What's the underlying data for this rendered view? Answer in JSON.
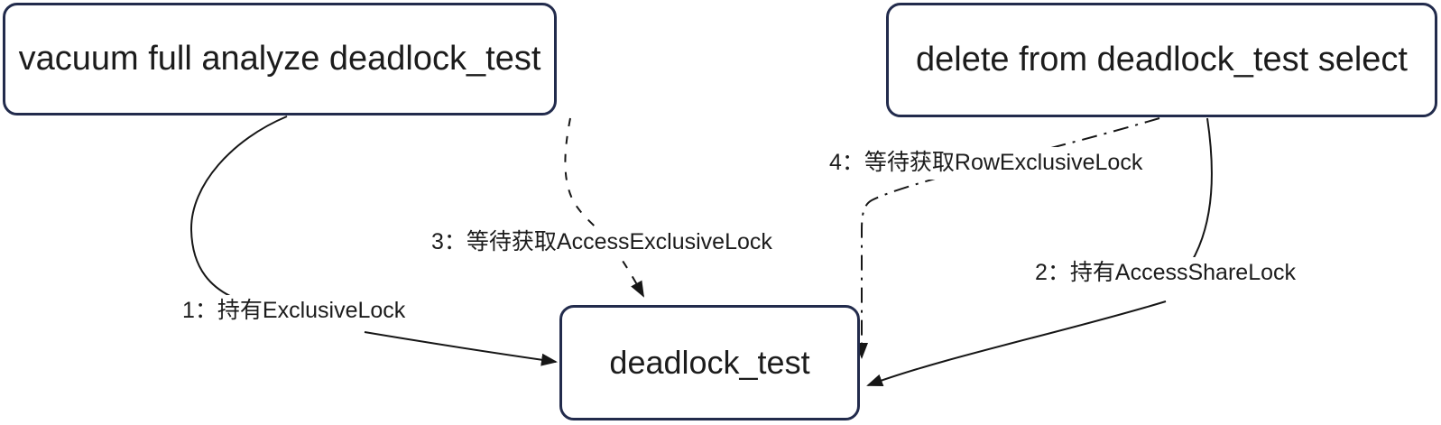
{
  "diagram": {
    "title": "deadlock lock wait diagram",
    "colors": {
      "background": "#ffffff",
      "node_border": "#222b4c",
      "node_fill": "#ffffff",
      "edge_stroke": "#161616",
      "text": "#1c1c1c"
    },
    "nodes": [
      {
        "id": "vacuum",
        "label": "vacuum full analyze deadlock_test"
      },
      {
        "id": "delete",
        "label": "delete from deadlock_test select"
      },
      {
        "id": "table",
        "label": "deadlock_test"
      }
    ],
    "edges": [
      {
        "id": "1",
        "label": "1：持有ExclusiveLock",
        "style": "solid",
        "from": "vacuum",
        "to": "table"
      },
      {
        "id": "2",
        "label": "2：持有AccessShareLock",
        "style": "solid",
        "from": "delete",
        "to": "table"
      },
      {
        "id": "3",
        "label": "3：等待获取AccessExclusiveLock",
        "style": "dashed",
        "from": "vacuum",
        "to": "table"
      },
      {
        "id": "4",
        "label": "4：等待获取RowExclusiveLock",
        "style": "dash-dot",
        "from": "delete",
        "to": "table"
      }
    ]
  }
}
